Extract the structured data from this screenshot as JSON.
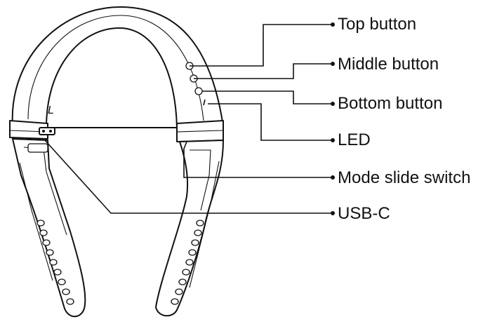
{
  "labels": {
    "top_button": "Top button",
    "middle_button": "Middle button",
    "bottom_button": "Bottom button",
    "led": "LED",
    "mode_slide_switch": "Mode slide switch",
    "usb_c": "USB-C"
  },
  "side_marker": "L",
  "colors": {
    "line": "#111111",
    "background": "#ffffff"
  }
}
